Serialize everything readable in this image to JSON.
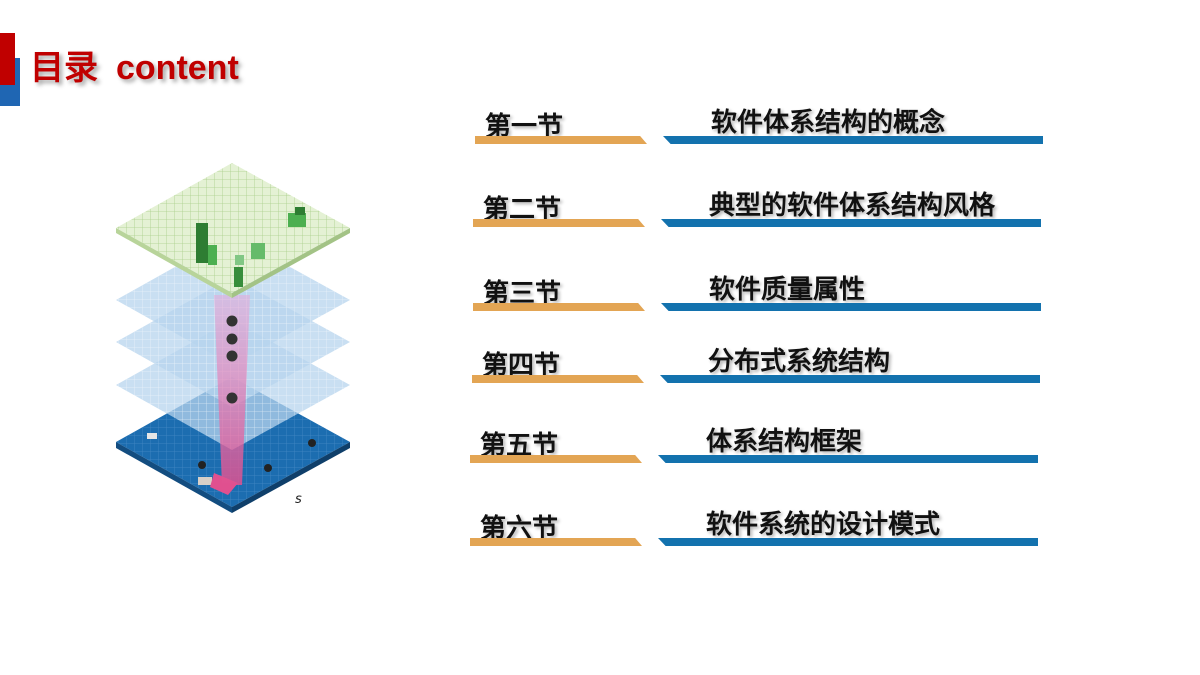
{
  "header": {
    "title_cn": "目录",
    "title_en": "content"
  },
  "illustration": {
    "label": "s"
  },
  "toc": [
    {
      "section": "第一节",
      "topic": "软件体系结构的概念"
    },
    {
      "section": "第二节",
      "topic": "典型的软件体系结构风格"
    },
    {
      "section": "第三节",
      "topic": "软件质量属性"
    },
    {
      "section": "第四节",
      "topic": "分布式系统结构"
    },
    {
      "section": "第五节",
      "topic": "体系结构框架"
    },
    {
      "section": "第六节",
      "topic": "软件系统的设计模式"
    }
  ],
  "colors": {
    "title_red": "#c00000",
    "bar_orange": "#e3a554",
    "bar_blue": "#1372ae",
    "accent_blue": "#1f66b3"
  }
}
